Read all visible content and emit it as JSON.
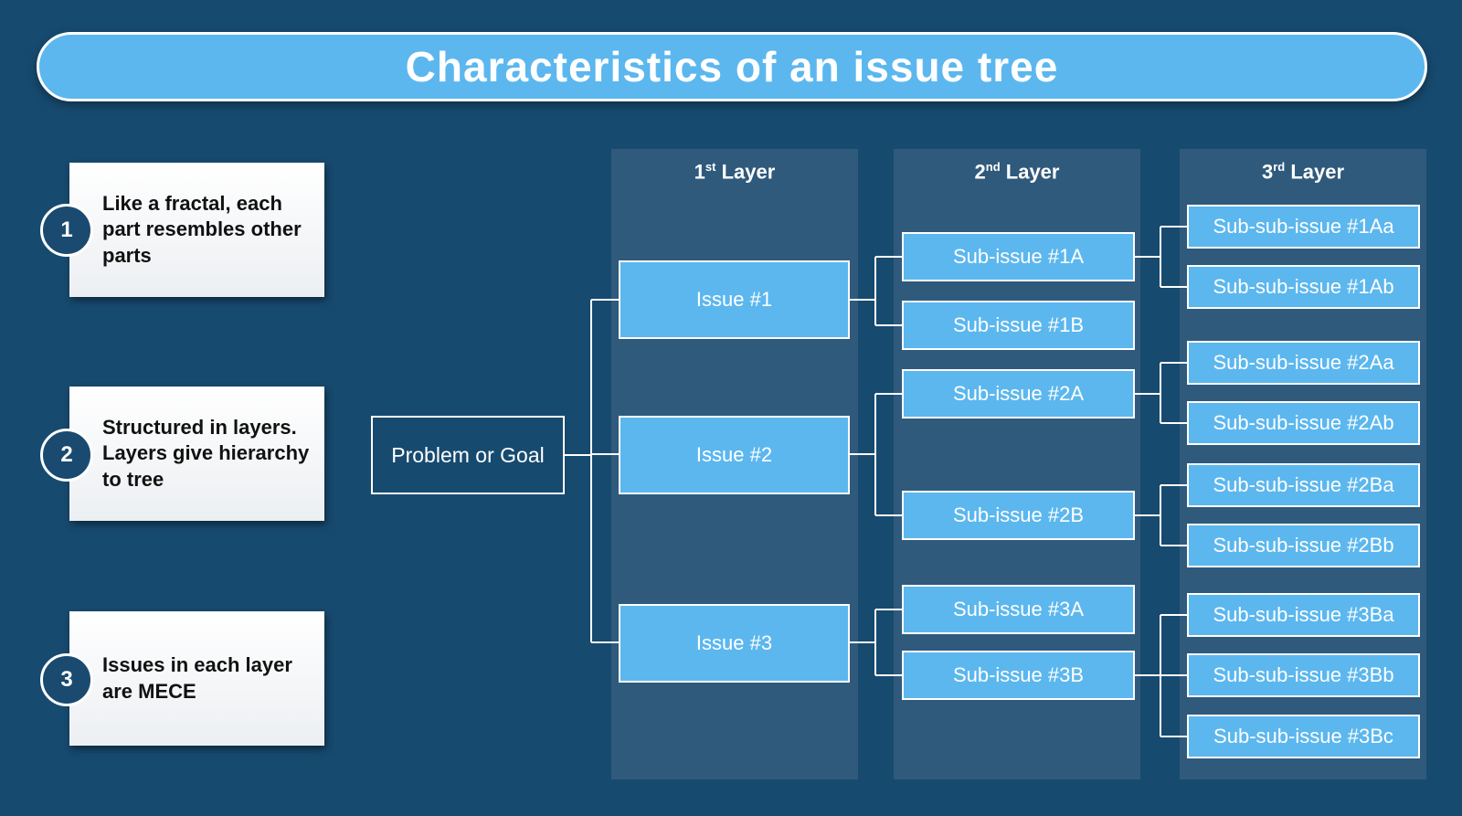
{
  "title": "Characteristics of an issue tree",
  "characteristics": [
    {
      "number": "1",
      "text": "Like a fractal, each part resembles other parts"
    },
    {
      "number": "2",
      "text": "Structured in layers. Layers give hierarchy to tree"
    },
    {
      "number": "3",
      "text": "Issues in each layer are MECE"
    }
  ],
  "layers": [
    {
      "ordinal": "1",
      "suffix": "st",
      "label": "Layer"
    },
    {
      "ordinal": "2",
      "suffix": "nd",
      "label": "Layer"
    },
    {
      "ordinal": "3",
      "suffix": "rd",
      "label": "Layer"
    }
  ],
  "tree": {
    "root": "Problem or Goal",
    "issues": [
      "Issue #1",
      "Issue #2",
      "Issue #3"
    ],
    "sub_issues": [
      "Sub-issue #1A",
      "Sub-issue #1B",
      "Sub-issue #2A",
      "Sub-issue #2B",
      "Sub-issue #3A",
      "Sub-issue #3B"
    ],
    "sub_sub_issues": [
      "Sub-sub-issue #1Aa",
      "Sub-sub-issue #1Ab",
      "Sub-sub-issue #2Aa",
      "Sub-sub-issue #2Ab",
      "Sub-sub-issue #2Ba",
      "Sub-sub-issue #2Bb",
      "Sub-sub-issue #3Ba",
      "Sub-sub-issue #3Bb",
      "Sub-sub-issue #3Bc"
    ]
  },
  "colors": {
    "background": "#174a6f",
    "layer_column": "#2f5a7c",
    "node_fill": "#5cb7ee",
    "outline": "#ffffff"
  }
}
